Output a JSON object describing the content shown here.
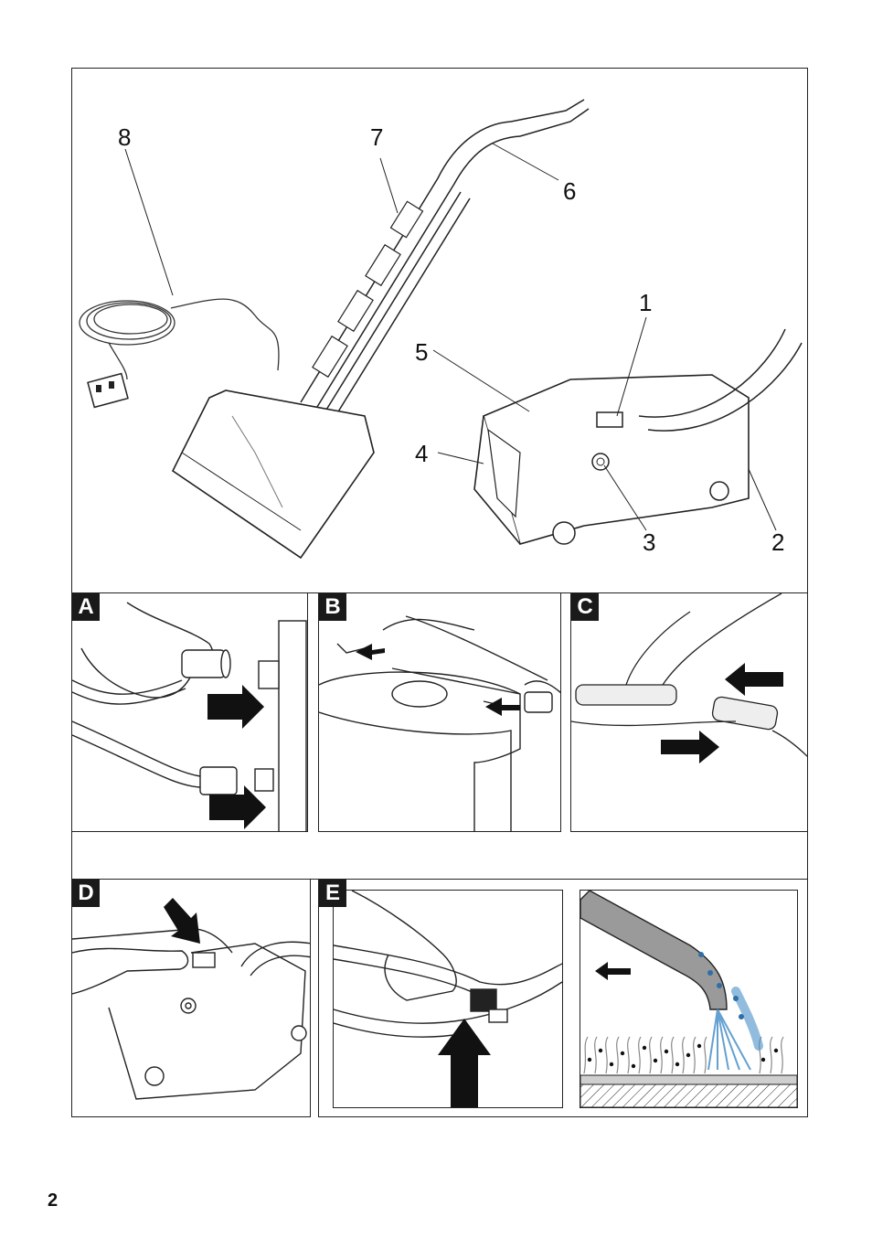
{
  "overview": {
    "callouts": [
      "1",
      "2",
      "3",
      "4",
      "5",
      "6",
      "7",
      "8"
    ]
  },
  "panels": {
    "a": {
      "letter": "A"
    },
    "b": {
      "letter": "B"
    },
    "c": {
      "letter": "C"
    },
    "d": {
      "letter": "D"
    },
    "e": {
      "letter": "E"
    }
  },
  "page_number": "2",
  "colors": {
    "line": "#222222",
    "arrow": "#111111",
    "water": "#4a90c8",
    "floor": "#bdbdbd"
  }
}
